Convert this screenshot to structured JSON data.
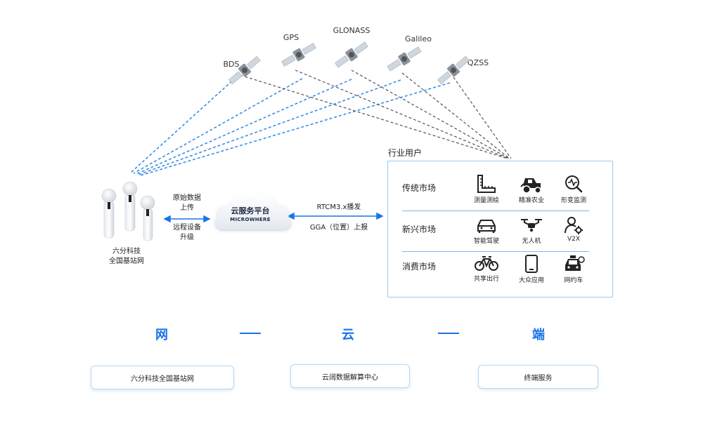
{
  "satellites": [
    {
      "name": "BDS"
    },
    {
      "name": "GPS"
    },
    {
      "name": "GLONASS"
    },
    {
      "name": "Galileo"
    },
    {
      "name": "QZSS"
    }
  ],
  "station": {
    "line1": "六分科技",
    "line2": "全国基站网"
  },
  "link_left": {
    "upper_1": "原始数据",
    "upper_2": "上传",
    "lower_1": "远程设备",
    "lower_2": "升级"
  },
  "cloud": {
    "title": "云服务平台",
    "subtitle": "MICROWHERE"
  },
  "link_right": {
    "upper": "RTCM3.x播发",
    "lower": "GGA（位置）上报"
  },
  "users": {
    "title": "行业用户",
    "markets": [
      {
        "name": "传统市场",
        "apps": [
          {
            "label": "测量测绘",
            "icon": "ruler-icon"
          },
          {
            "label": "精准农业",
            "icon": "tractor-icon"
          },
          {
            "label": "形变监测",
            "icon": "magnifier-wave-icon"
          }
        ]
      },
      {
        "name": "新兴市场",
        "apps": [
          {
            "label": "智能驾驶",
            "icon": "car-icon"
          },
          {
            "label": "无人机",
            "icon": "drone-icon"
          },
          {
            "label": "V2X",
            "icon": "user-gear-icon"
          }
        ]
      },
      {
        "name": "消费市场",
        "apps": [
          {
            "label": "共享出行",
            "icon": "bicycle-icon"
          },
          {
            "label": "大众应用",
            "icon": "phone-icon"
          },
          {
            "label": "网约车",
            "icon": "taxi-icon"
          }
        ]
      }
    ]
  },
  "flow": {
    "left": "网",
    "middle": "云",
    "right": "端"
  },
  "pills": {
    "left": "六分科技全国基站网",
    "middle": "云阔数据解算中心",
    "right": "终端服务"
  },
  "colors": {
    "accent": "#1a73e8",
    "blue_dash": "#3a8ee6",
    "gray_dash": "#555555",
    "panel_border": "#9cc9ee"
  }
}
